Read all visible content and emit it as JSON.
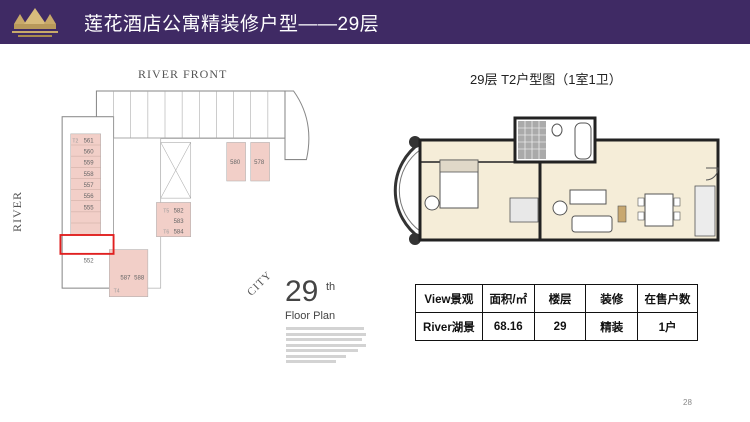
{
  "header": {
    "title": "莲花酒店公寓精装修户型——29层",
    "bg_color": "#3f2a64"
  },
  "floor_plan": {
    "river_front_label": "RIVER FRONT",
    "river_label": "RIVER",
    "city_label": "CITY",
    "floor_number": "29",
    "floor_suffix": "th",
    "floor_plan_label": "Floor Plan",
    "unit_labels": {
      "u561": "561",
      "u560": "560",
      "u559": "559",
      "u558": "558",
      "u557": "557",
      "u556": "556",
      "u555": "555",
      "u552": "552",
      "u582": "582",
      "u583": "583",
      "u584": "584",
      "u587": "587",
      "u588": "588",
      "u580": "580",
      "u578": "578"
    },
    "type_labels": {
      "t2": "T2",
      "t5": "T5",
      "t6": "T6",
      "t4": "T4"
    },
    "highlight_color": "#e02020",
    "unit_fill_color": "#f2cfc8"
  },
  "unit_plan": {
    "title": "29层 T2户型图（1室1卫）"
  },
  "table": {
    "headers": [
      "View景观",
      "面积/㎡",
      "楼层",
      "装修",
      "在售户数"
    ],
    "rows": [
      [
        "River湖景",
        "68.16",
        "29",
        "精装",
        "1户"
      ]
    ]
  },
  "page_number": "28"
}
